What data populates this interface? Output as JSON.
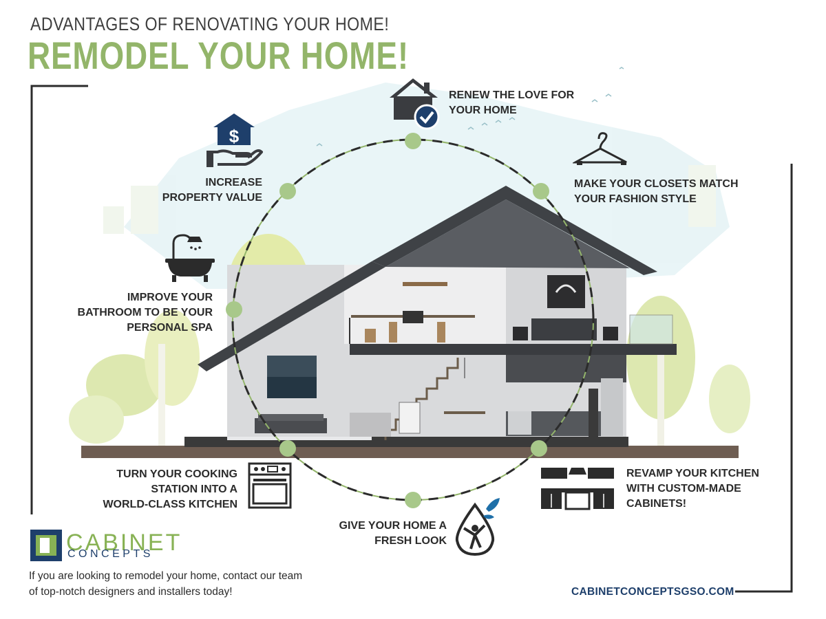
{
  "header": {
    "subtitle": "ADVANTAGES OF RENOVATING YOUR HOME!",
    "title": "REMODEL YOUR HOME!"
  },
  "benefits": {
    "renew_line1": "RENEW THE LOVE FOR",
    "renew_line2": "YOUR HOME",
    "property_line1": "INCREASE",
    "property_line2": "PROPERTY VALUE",
    "closets_line1": "MAKE YOUR CLOSETS MATCH",
    "closets_line2": "YOUR FASHION STYLE",
    "bath_line1": "IMPROVE YOUR",
    "bath_line2": "BATHROOM TO BE YOUR",
    "bath_line3": "PERSONAL SPA",
    "cooking_line1": "TURN YOUR COOKING",
    "cooking_line2": "STATION INTO A",
    "cooking_line3": "WORLD-CLASS KITCHEN",
    "cabinets_line1": "REVAMP YOUR KITCHEN",
    "cabinets_line2": "WITH CUSTOM-MADE",
    "cabinets_line3": "CABINETS!",
    "fresh_line1": "GIVE YOUR HOME A",
    "fresh_line2": "FRESH LOOK"
  },
  "brand": {
    "name_line1": "CABINET",
    "name_line2": "CONCEPTS"
  },
  "footer": {
    "cta_line1": "If you are looking to remodel your home, contact our team",
    "cta_line2": "of top-notch designers and installers today!",
    "url": "CABINETCONCEPTSGSO.COM"
  },
  "colors": {
    "accent_green": "#93b56a",
    "navy": "#1e3f6b",
    "dark_roof": "#3f4246"
  }
}
